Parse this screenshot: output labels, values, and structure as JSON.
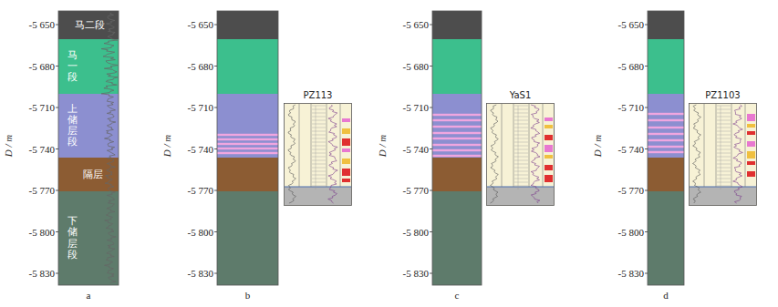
{
  "diagram": {
    "nodes": [
      {
        "text": [
          "马二段"
        ]
      },
      {
        "text": [
          "马一段"
        ]
      },
      {
        "text": [
          "上储层段"
        ]
      },
      {
        "text": [
          "隔层"
        ]
      },
      {
        "text": [
          "下储层段"
        ]
      },
      {
        "text": [
          "PZ113"
        ]
      },
      {
        "text": [
          "YaS1"
        ]
      },
      {
        "text": [
          "PZ1103"
        ]
      }
    ],
    "labels": [
      "-5 650",
      "-5 680",
      "-5 710",
      "-5 740",
      "-5 770",
      "-5 800",
      "-5 830",
      "D / m",
      "a",
      "-5 650",
      "-5 680",
      "-5 710",
      "-5 740",
      "-5 770",
      "-5 800",
      "-5 830",
      "D / m",
      "b",
      "-5 650",
      "-5 680",
      "-5 710",
      "-5 740",
      "-5 770",
      "-5 800",
      "-5 830",
      "D / m",
      "c",
      "-5 650",
      "-5 680",
      "-5 710",
      "-5 740",
      "-5 770",
      "-5 800",
      "-5 830",
      "D / m",
      "d"
    ]
  }
}
